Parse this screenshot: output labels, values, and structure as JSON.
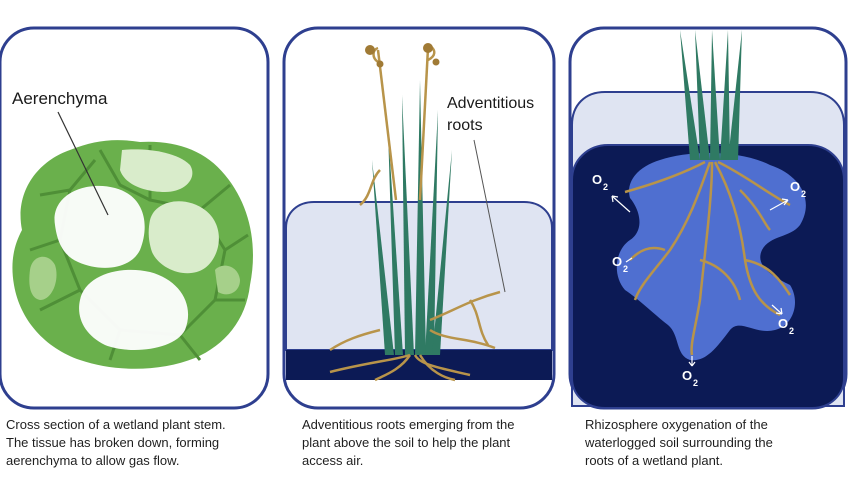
{
  "panels": {
    "stem": {
      "label": "Aerenchyma",
      "caption": [
        "Cross section of a wetland plant stem.",
        "The tissue has broken down, forming",
        "aerenchyma to allow gas flow."
      ]
    },
    "roots": {
      "label": [
        "Adventitious",
        "roots"
      ],
      "caption": [
        "Adventitious roots emerging from the",
        "plant above the soil to help the plant",
        "access air."
      ]
    },
    "rhizosphere": {
      "o2_label": "O",
      "o2_subscript": "2",
      "caption": [
        "Rhizosphere oxygenation of the",
        "waterlogged soil surrounding the",
        "roots of a wetland plant."
      ]
    }
  },
  "colors": {
    "frame": "#2e3f8f",
    "tissue_green": "#6ab04c",
    "tissue_light": "#a6d08a",
    "water_light": "#dfe4f2",
    "soil_dark": "#0c1a55",
    "oxygen_zone": "#4f6fd0",
    "leaf_green": "#2f7a63",
    "root_gold": "#b8944a"
  }
}
